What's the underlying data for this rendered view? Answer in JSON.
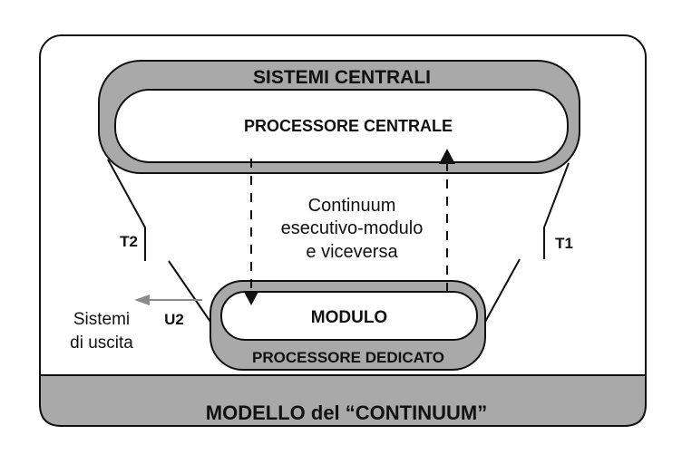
{
  "colors": {
    "page_background": "#ffffff",
    "frame_fill": "#ffffff",
    "frame_band": "#a9a9a9",
    "ring_fill": "#a9a9a9",
    "inner_fill": "#ffffff",
    "ink": "#111111",
    "output_arrow": "#8a8a8a"
  },
  "labels": {
    "outer_title": "SISTEMI CENTRALI",
    "central_processor": "PROCESSORE CENTRALE",
    "continuum_line1": "Continuum",
    "continuum_line2": "esecutivo-modulo",
    "continuum_line3": "e viceversa",
    "t1": "T1",
    "t2": "T2",
    "u2": "U2",
    "output_line1": "Sistemi",
    "output_line2": "di uscita",
    "module": "MODULO",
    "dedicated_processor": "PROCESSORE DEDICATO",
    "model_title": "MODELLO del “CONTINUUM”"
  },
  "arrows": {
    "downward": "dashed arrow from central processor to module",
    "upward": "dashed arrow from module to central processor",
    "output": "arrow from U2 toward output systems"
  }
}
